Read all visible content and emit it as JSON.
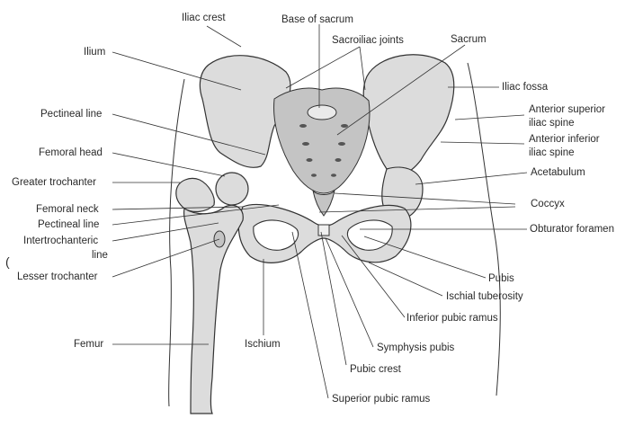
{
  "labels": {
    "iliac_crest": "Iliac crest",
    "base_of_sacrum": "Base of sacrum",
    "sacroiliac_joints": "Sacroiliac joints",
    "sacrum": "Sacrum",
    "ilium": "Ilium",
    "iliac_fossa": "Iliac fossa",
    "pectineal_line_upper": "Pectineal line",
    "anterior_superior_iliac_spine_1": "Anterior superior",
    "anterior_superior_iliac_spine_2": "iliac spine",
    "anterior_inferior_iliac_spine_1": "Anterior inferior",
    "anterior_inferior_iliac_spine_2": "iliac spine",
    "femoral_head": "Femoral head",
    "acetabulum": "Acetabulum",
    "greater_trochanter": "Greater trochanter",
    "coccyx": "Coccyx",
    "femoral_neck": "Femoral neck",
    "pectineal_line_lower": "Pectineal line",
    "obturator_foramen": "Obturator foramen",
    "intertrochanteric_1": "Intertrochanteric",
    "intertrochanteric_2": "line",
    "lesser_trochanter": "Lesser trochanter",
    "pubis": "Pubis",
    "ischial_tuberosity": "Ischial tuberosity",
    "inferior_pubic_ramus": "Inferior pubic ramus",
    "femur": "Femur",
    "ischium": "Ischium",
    "symphysis_pubis": "Symphysis pubis",
    "pubic_crest": "Pubic crest",
    "superior_pubic_ramus": "Superior pubic ramus"
  },
  "stray_glyph": "("
}
